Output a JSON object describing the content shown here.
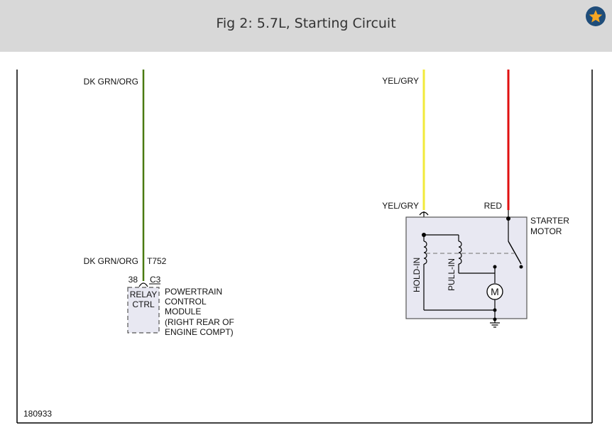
{
  "header": {
    "title": "Fig 2: 5.7L, Starting Circuit",
    "favorite_icon": "star-icon"
  },
  "diagram": {
    "figure_id": "180933",
    "colors": {
      "dk_grn_org": "#4a7a10",
      "yel_gry": "#f2ea3a",
      "red": "#e01010",
      "module_fill": "#e8e8f2"
    },
    "left_circuit": {
      "wire_label_top": "DK GRN/ORG",
      "wire_label_bottom": "DK GRN/ORG",
      "circuit_number": "T752",
      "pin": "38",
      "connector": "C3",
      "module_label_line1": "RELAY",
      "module_label_line2": "CTRL",
      "module_name": [
        "POWERTRAIN",
        "CONTROL",
        "MODULE",
        "(RIGHT REAR OF",
        "ENGINE COMPT)"
      ]
    },
    "right_circuit": {
      "wire1_label_top": "YEL/GRY",
      "wire1_label_bottom": "YEL/GRY",
      "wire2_label": "RED",
      "component_name": [
        "STARTER",
        "MOTOR"
      ],
      "hold_in": "HOLD-IN",
      "pull_in": "PULL-IN",
      "motor_symbol": "M"
    }
  }
}
